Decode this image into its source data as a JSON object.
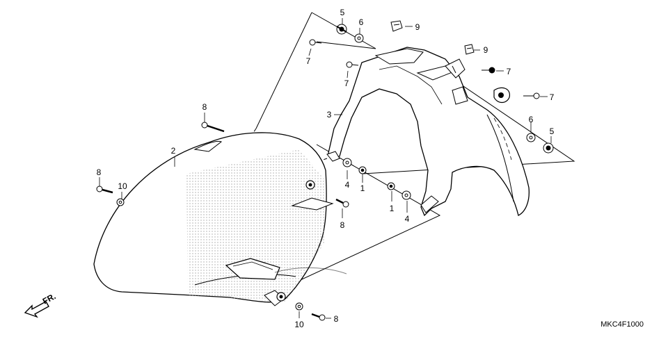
{
  "diagram": {
    "code": "MKC4F1000",
    "direction_label": "FR.",
    "callouts": {
      "c5a": "5",
      "c6a": "6",
      "c9a": "9",
      "c9b": "9",
      "c7a": "7",
      "c7b": "7",
      "c7c": "7",
      "c7d": "7",
      "c3": "3",
      "c6b": "6",
      "c5b": "5",
      "c8a": "8",
      "c2": "2",
      "c8b": "8",
      "c10a": "10",
      "c4a": "4",
      "c1a": "1",
      "c8c": "8",
      "c1b": "1",
      "c4b": "4",
      "c10b": "10",
      "c8d": "8"
    },
    "colors": {
      "line": "#000000",
      "dots": "#9a9a9a",
      "background": "#ffffff"
    }
  }
}
